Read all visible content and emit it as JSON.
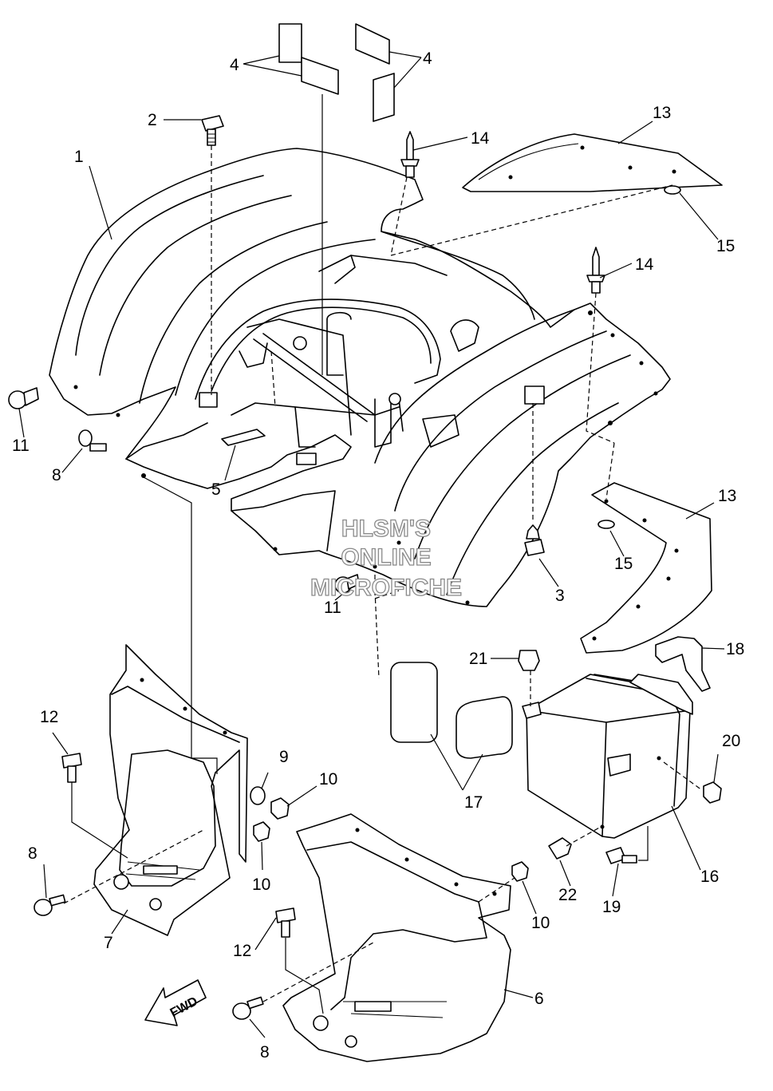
{
  "watermark": {
    "line1": "HLSM'S",
    "line2": "ONLINE",
    "line3": "MICROFICHE"
  },
  "fwd_label": "FWD",
  "callouts": [
    {
      "id": "c1",
      "text": "1"
    },
    {
      "id": "c2",
      "text": "2"
    },
    {
      "id": "c3",
      "text": "3"
    },
    {
      "id": "c4a",
      "text": "4"
    },
    {
      "id": "c4b",
      "text": "4"
    },
    {
      "id": "c5",
      "text": "5"
    },
    {
      "id": "c6",
      "text": "6"
    },
    {
      "id": "c7",
      "text": "7"
    },
    {
      "id": "c8a",
      "text": "8"
    },
    {
      "id": "c8b",
      "text": "8"
    },
    {
      "id": "c8c",
      "text": "8"
    },
    {
      "id": "c9",
      "text": "9"
    },
    {
      "id": "c10a",
      "text": "10"
    },
    {
      "id": "c10b",
      "text": "10"
    },
    {
      "id": "c10c",
      "text": "10"
    },
    {
      "id": "c11a",
      "text": "11"
    },
    {
      "id": "c11b",
      "text": "11"
    },
    {
      "id": "c12a",
      "text": "12"
    },
    {
      "id": "c12b",
      "text": "12"
    },
    {
      "id": "c13a",
      "text": "13"
    },
    {
      "id": "c13b",
      "text": "13"
    },
    {
      "id": "c14a",
      "text": "14"
    },
    {
      "id": "c14b",
      "text": "14"
    },
    {
      "id": "c15a",
      "text": "15"
    },
    {
      "id": "c15b",
      "text": "15"
    },
    {
      "id": "c16",
      "text": "16"
    },
    {
      "id": "c17",
      "text": "17"
    },
    {
      "id": "c18",
      "text": "18"
    },
    {
      "id": "c19",
      "text": "19"
    },
    {
      "id": "c20",
      "text": "20"
    },
    {
      "id": "c21",
      "text": "21"
    },
    {
      "id": "c22",
      "text": "22"
    }
  ]
}
